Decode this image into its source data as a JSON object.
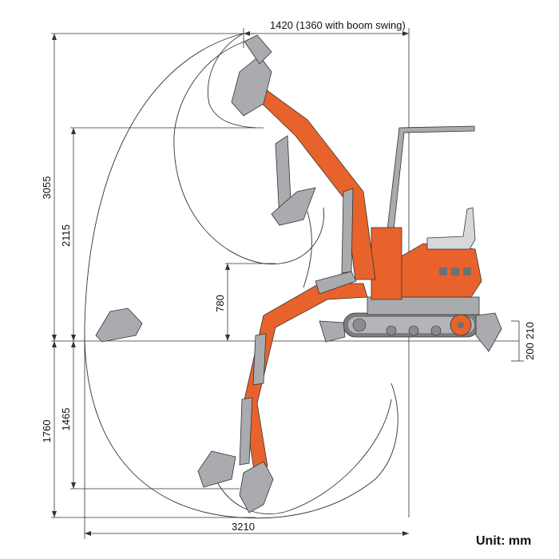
{
  "dimensions": {
    "top_reach": "1420 (1360 with boom swing)",
    "max_height": "3055",
    "dump_height": "2115",
    "min_swing_radius_height": "780",
    "max_dig_depth": "1760",
    "vertical_dig_depth": "1465",
    "max_reach": "3210",
    "blade_lift": "210",
    "blade_depth": "200"
  },
  "unit_label": "Unit: mm",
  "colors": {
    "orange": "#E8632B",
    "orange_dark": "#C94E1C",
    "gray": "#A9ABAE",
    "gray_dark": "#6E7073",
    "line": "#333333"
  }
}
